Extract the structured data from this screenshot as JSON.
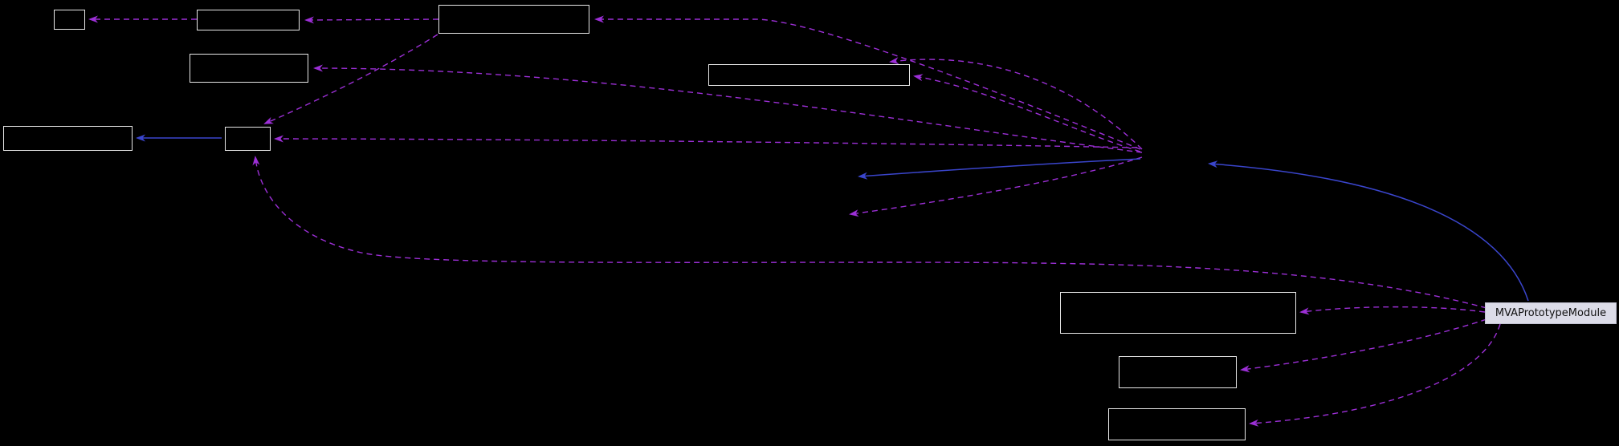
{
  "diagram": {
    "type": "collaboration-graph",
    "background_color": "#000000",
    "highlighted_node": {
      "label": "MVAPrototypeModule"
    },
    "unlabeled_nodes": [
      {
        "id": "n1",
        "label": ""
      },
      {
        "id": "n2",
        "label": ""
      },
      {
        "id": "n3",
        "label": ""
      },
      {
        "id": "n4",
        "label": ""
      },
      {
        "id": "n5",
        "label": ""
      },
      {
        "id": "n6",
        "label": ""
      },
      {
        "id": "n7",
        "label": ""
      },
      {
        "id": "n8",
        "label": ""
      },
      {
        "id": "n9",
        "label": ""
      },
      {
        "id": "n10",
        "label": ""
      }
    ],
    "edge_colors": {
      "dependency": "#9c2fd6",
      "inheritance": "#3a45cc"
    },
    "node_style": {
      "fill": "#000000",
      "border": "#e8e8e8",
      "highlight_fill": "#dcdce8"
    }
  }
}
